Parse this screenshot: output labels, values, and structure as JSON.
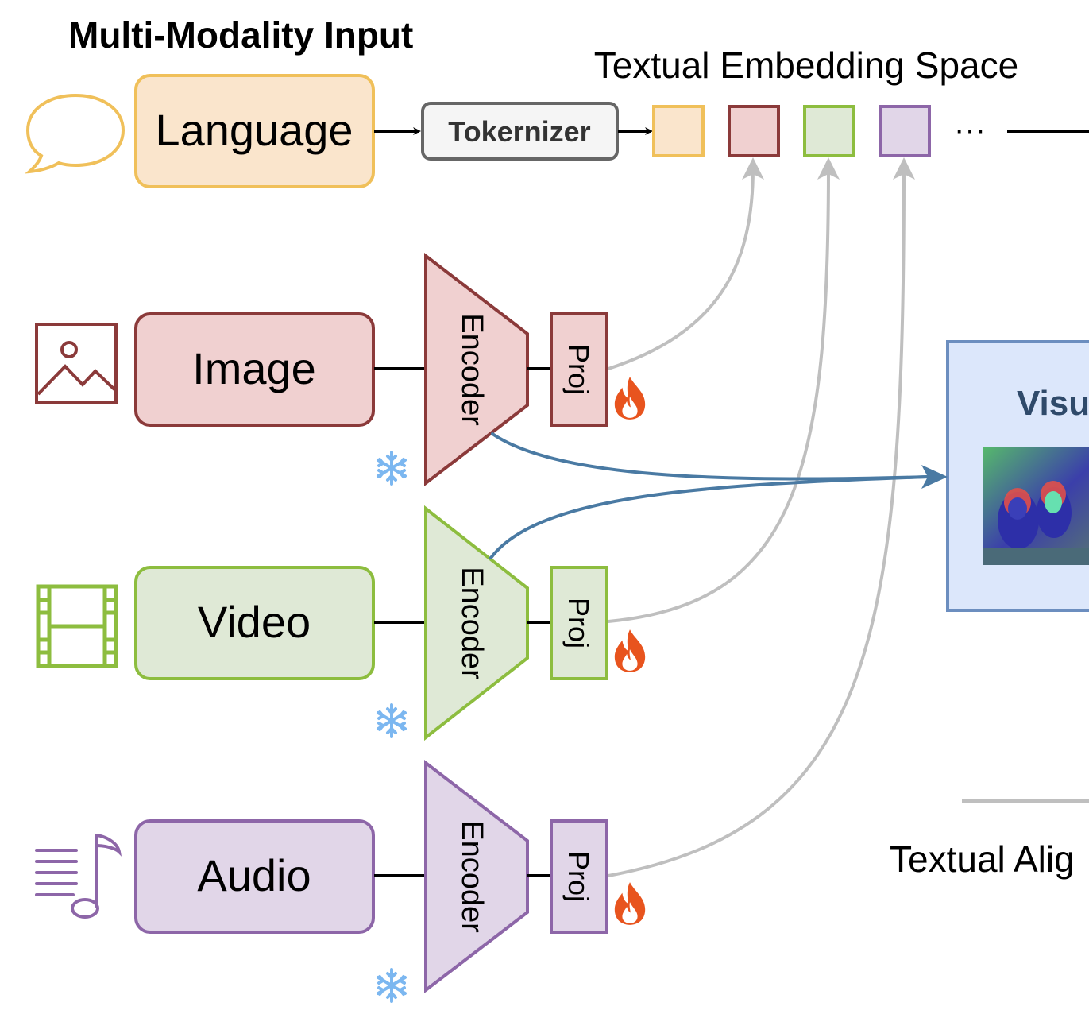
{
  "header": {
    "input_title": "Multi-Modality Input",
    "embedding_title": "Textual Embedding Space",
    "ellipsis": "···"
  },
  "modalities": [
    {
      "key": "language",
      "label": "Language",
      "color": "#f0c05a",
      "fill": "#fae5cc",
      "icon": "speech-bubble-icon"
    },
    {
      "key": "image",
      "label": "Image",
      "color": "#8b3a3a",
      "fill": "#f0d0d0",
      "icon": "picture-icon"
    },
    {
      "key": "video",
      "label": "Video",
      "color": "#8dbd3f",
      "fill": "#dfe9d6",
      "icon": "film-strip-icon"
    },
    {
      "key": "audio",
      "label": "Audio",
      "color": "#8d66a8",
      "fill": "#e1d6e8",
      "icon": "music-note-icon"
    }
  ],
  "tokenizer": {
    "label": "Tokernizer"
  },
  "encoder": {
    "label": "Encoder"
  },
  "projector": {
    "label": "Proj"
  },
  "tokens": [
    {
      "color": "#f0c05a",
      "fill": "#fae5cc"
    },
    {
      "color": "#8b3a3a",
      "fill": "#f0d0d0"
    },
    {
      "color": "#8dbd3f",
      "fill": "#dfe9d6"
    },
    {
      "color": "#8d66a8",
      "fill": "#e1d6e8"
    }
  ],
  "visual_panel": {
    "title_fragment": "Visu"
  },
  "alignment": {
    "label_fragment": "Textual Alig"
  },
  "markers": {
    "frozen_icon": "snowflake-icon",
    "trainable_icon": "flame-icon"
  },
  "colors": {
    "arrow_gray": "#bfbfbf",
    "arrow_blue": "#4a7aa3",
    "panel_fill": "#dce7fb",
    "panel_border": "#6c8ebf"
  }
}
